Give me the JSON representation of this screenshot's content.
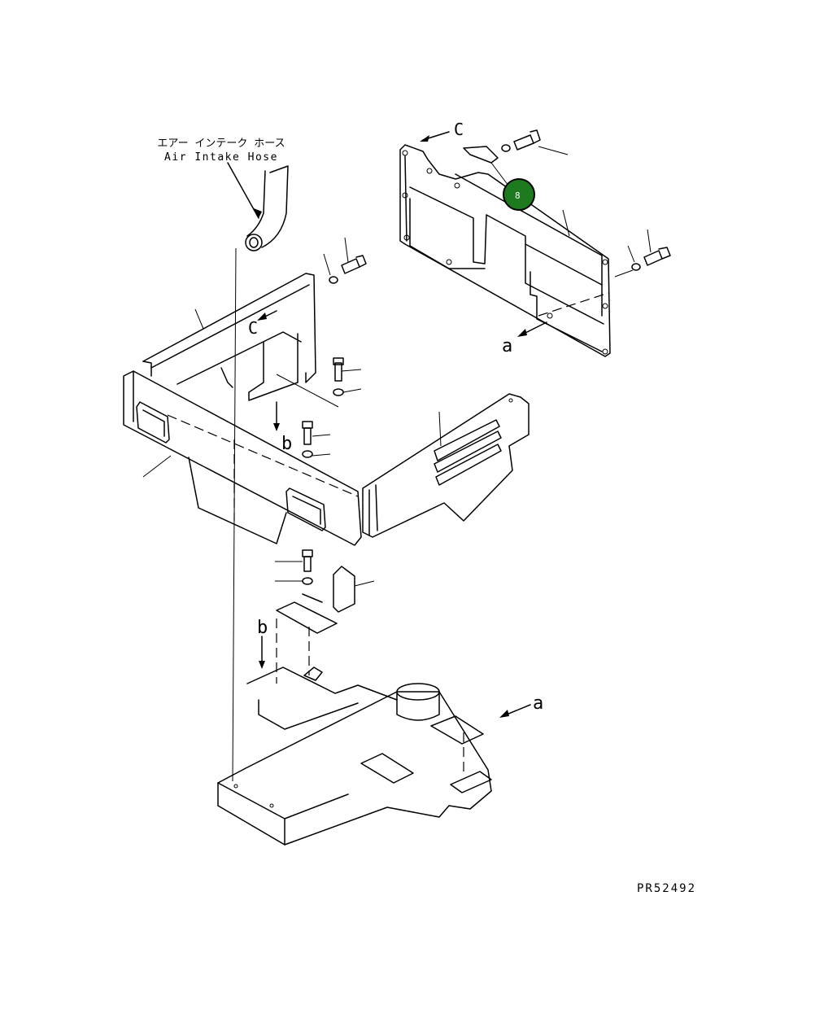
{
  "labels": {
    "hose_jp": "エアー インテーク ホース",
    "hose_en": "Air Intake Hose",
    "ref_c": "C",
    "ref_c2": "C",
    "ref_a": "a",
    "ref_a2": "a",
    "ref_b": "b",
    "ref_b2": "b",
    "drawing_number": "PR52492"
  },
  "callout": {
    "number": "8",
    "color": "#1e7a1e"
  }
}
